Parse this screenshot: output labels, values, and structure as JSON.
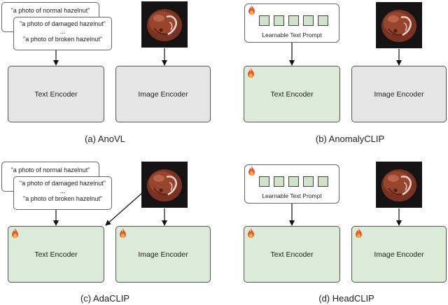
{
  "panels": {
    "a": {
      "caption": "(a) AnoVL",
      "prompts": [
        "\"a photo of normal hazelnut\"",
        "\"a photo of damaged hazelnut\"",
        "...",
        "\"a photo of broken hazelnut\""
      ],
      "text_encoder": "Text Encoder",
      "image_encoder": "Image Encoder"
    },
    "b": {
      "caption": "(b) AnomalyCLIP",
      "learnable_prompt": "Learnable Text Prompt",
      "text_encoder": "Text Encoder",
      "image_encoder": "Image Encoder"
    },
    "c": {
      "caption": "(c) AdaCLIP",
      "prompts": [
        "\"a photo of normal hazelnut\"",
        "\"a photo of damaged hazelnut\"",
        "...",
        "\"a photo of broken hazelnut\""
      ],
      "text_encoder": "Text Encoder",
      "image_encoder": "Image Encoder"
    },
    "d": {
      "caption": "(d) HeadCLIP",
      "learnable_prompt": "Learnable Text Prompt",
      "text_encoder": "Text Encoder",
      "image_encoder": "Image Encoder"
    }
  },
  "icons": {
    "trainable": "flame-icon",
    "input_image": "hazelnut-image"
  },
  "colors": {
    "frozen_encoder": "#e6e6e6",
    "trainable_encoder": "#dcebd7",
    "token": "#cfe3c8",
    "flame": "#e8542a"
  }
}
